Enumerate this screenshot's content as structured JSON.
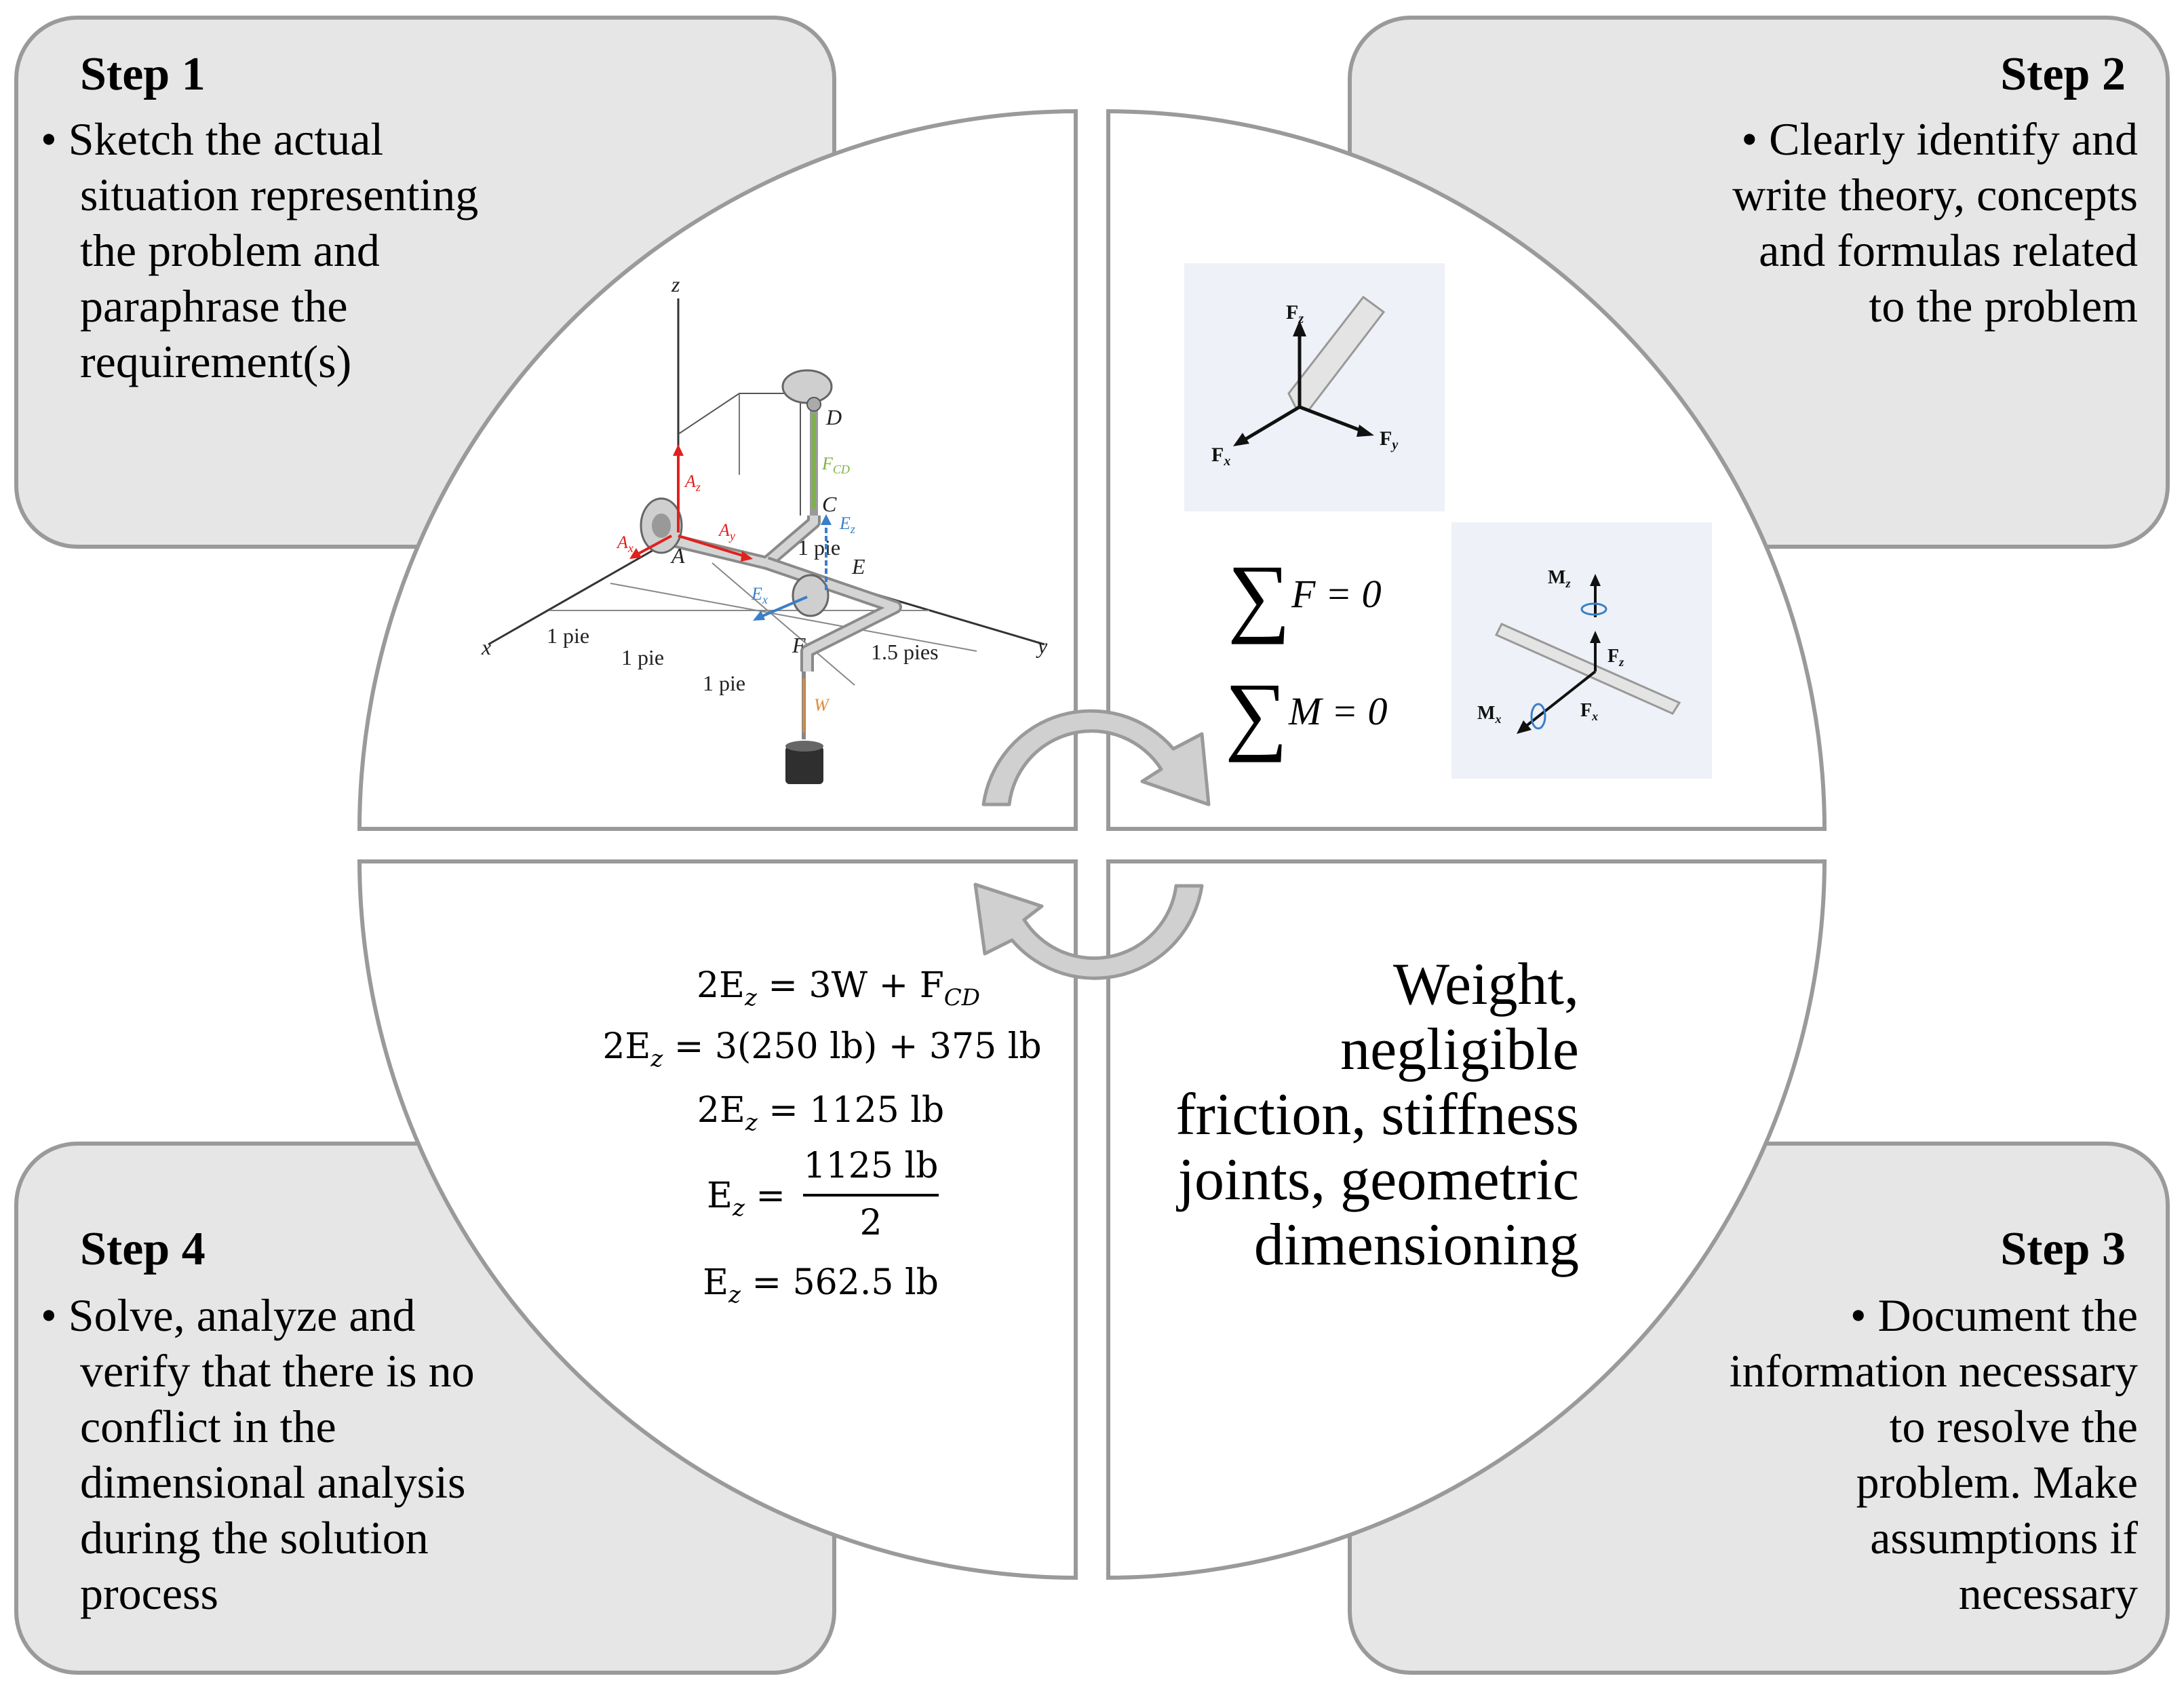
{
  "steps": {
    "step1": {
      "title": "Step 1",
      "lines": [
        "• Sketch the actual",
        "situation representing",
        "the problem and",
        "paraphrase the",
        "requirement(s)"
      ]
    },
    "step2": {
      "title": "Step 2",
      "lines": [
        "• Clearly identify and",
        "write theory, concepts",
        "and formulas related",
        "to the problem"
      ]
    },
    "step3": {
      "title": "Step 3",
      "lines": [
        "• Document the",
        "information necessary",
        "to resolve the",
        "problem. Make",
        "assumptions if",
        "necessary"
      ]
    },
    "step4": {
      "title": "Step 4",
      "lines": [
        "• Solve, analyze and",
        "verify that there is no",
        "conflict in the",
        "dimensional analysis",
        "during the solution",
        "process"
      ]
    }
  },
  "quadrants": {
    "top_left": {
      "axis_labels": {
        "x": "x",
        "y": "y",
        "z": "z"
      },
      "point_labels": {
        "A": "A",
        "C": "C",
        "D": "D",
        "E": "E",
        "F": "F"
      },
      "force_labels": {
        "Ax": "A",
        "Ax_sub": "x",
        "Ay": "A",
        "Ay_sub": "y",
        "Az": "A",
        "Az_sub": "z",
        "Ex": "E",
        "Ex_sub": "x",
        "Ez": "E",
        "Ez_sub": "z",
        "Fcd": "F",
        "Fcd_sub": "CD",
        "W": "W"
      },
      "dimensions": {
        "d1": "1 pie",
        "d2": "1 pie",
        "d3": "1 pie",
        "d4": "1.5 pies",
        "d5": "1 pie"
      }
    },
    "top_right": {
      "sum_force": "F = 0",
      "sum_moment": "M = 0",
      "sigma": "∑",
      "force_diagram": {
        "fz": "F",
        "fz_sub": "z",
        "fx": "F",
        "fx_sub": "x",
        "fy": "F",
        "fy_sub": "y"
      },
      "moment_diagram": {
        "mz": "M",
        "mz_sub": "z",
        "fz": "F",
        "fz_sub": "z",
        "mx": "M",
        "mx_sub": "x",
        "fx": "F",
        "fx_sub": "x"
      }
    },
    "bottom_right": {
      "lines": [
        "Weight,",
        "negligible",
        "friction, stiffness",
        "joints, geometric",
        "dimensioning"
      ]
    },
    "bottom_left": {
      "eq1": {
        "lhs": "2E",
        "sub": "z",
        "rhs": " = 3W + F",
        "rhs_sub": "CD"
      },
      "eq2": {
        "lhs": "2E",
        "sub": "z",
        "rhs": " = 3(250 lb) + 375 lb"
      },
      "eq3": {
        "lhs": "2E",
        "sub": "z",
        "rhs": " = 1125 lb"
      },
      "eq4": {
        "lhs": "E",
        "sub": "z",
        "eq": " =",
        "num": "1125 lb",
        "den": "2"
      },
      "eq5": {
        "lhs": "E",
        "sub": "z",
        "rhs": " = 562.5 lb"
      }
    }
  },
  "colors": {
    "box_fill": "#e6e6e6",
    "box_stroke": "#9a9a9a",
    "arrow_fill": "#d0d0d0",
    "arrow_stroke": "#9a9a9a",
    "red": "#e0211d",
    "blue": "#3a7fc8",
    "green": "#7cb342",
    "orange": "#e08a3a"
  }
}
